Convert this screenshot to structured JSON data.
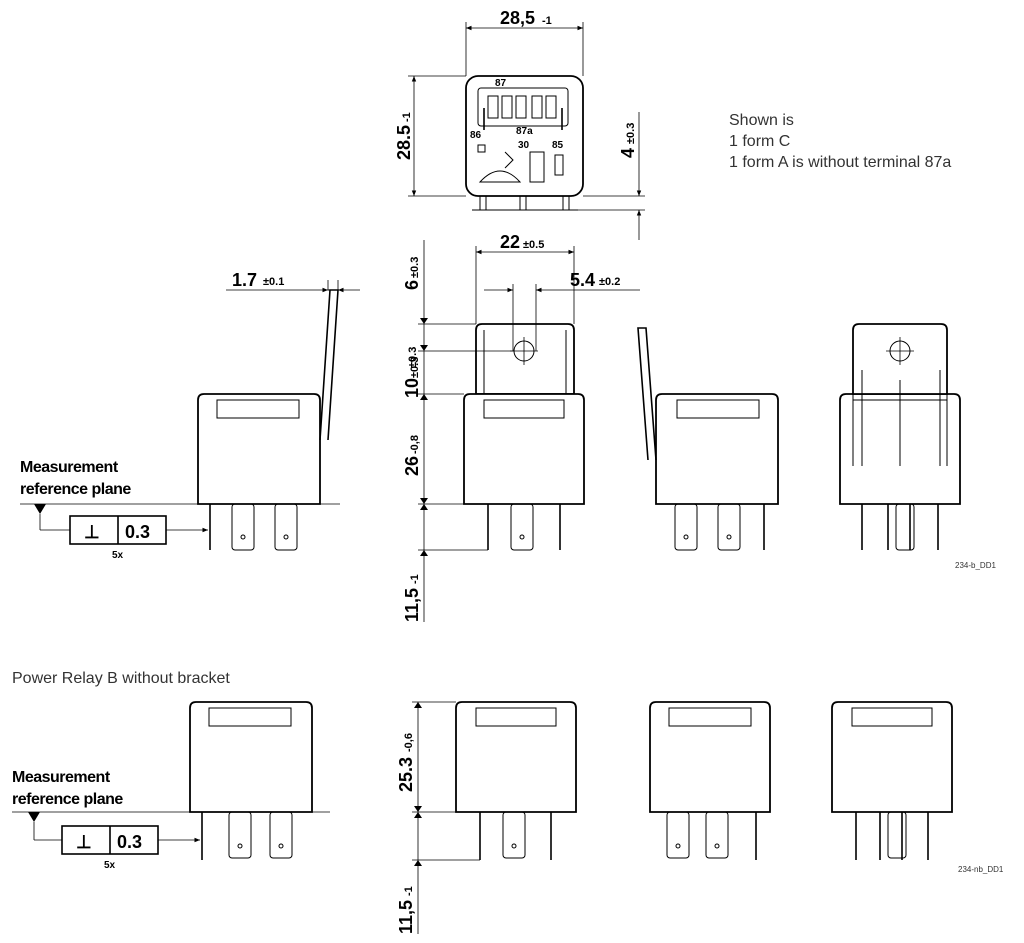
{
  "top_view": {
    "width_dim": "28,5",
    "width_tol": "-1",
    "height_dim": "28.5",
    "height_tol": "-1",
    "pin_dim": "4",
    "pin_tol": "±0.3",
    "terminals": [
      "87",
      "86",
      "87a",
      "30",
      "85"
    ]
  },
  "notes": {
    "line1": "Shown is",
    "line2": "1 form C",
    "line3": "1 form A is without terminal 87a"
  },
  "bracket_view": {
    "bracket_thickness_dim": "1.7",
    "bracket_thickness_tol": "±0.1",
    "hole_spacing_dim": "22",
    "hole_spacing_tol": "±0.5",
    "hole_offset_dim": "5.4",
    "hole_offset_tol": "±0.2",
    "dim_6": "6",
    "dim_6_tol": "±0.3",
    "dim_10": "10",
    "dim_10_tol": "±0.3",
    "dim_26": "26",
    "dim_26_tol": "-0,8",
    "dim_11_5": "11,5",
    "dim_11_5_tol": "-1",
    "drawing_code": "234-b_DD1"
  },
  "measurement_ref": {
    "label_line1": "Measurement",
    "label_line2": "reference plane",
    "symbol": "⊥",
    "value": "0.3",
    "multiplier": "5x"
  },
  "no_bracket_section": {
    "title": "Power Relay B without bracket",
    "dim_25_3": "25.3",
    "dim_25_3_tol": "-0,6",
    "dim_11_5": "11,5",
    "dim_11_5_tol": "-1",
    "drawing_code": "234-nb_DD1"
  }
}
